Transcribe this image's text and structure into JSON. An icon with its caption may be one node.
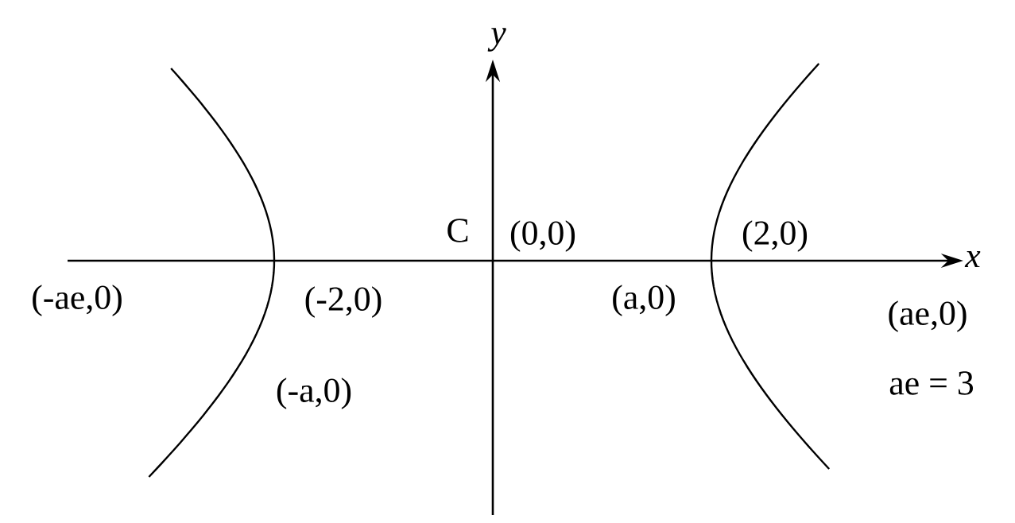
{
  "diagram": {
    "labels": [
      "y",
      "C",
      "(0,0)",
      "(2,0)",
      "x",
      "(-ae,0)",
      "(-2,0)",
      "(a,0)",
      "(ae,0)",
      "ae = 3",
      "(-a,0)"
    ]
  }
}
